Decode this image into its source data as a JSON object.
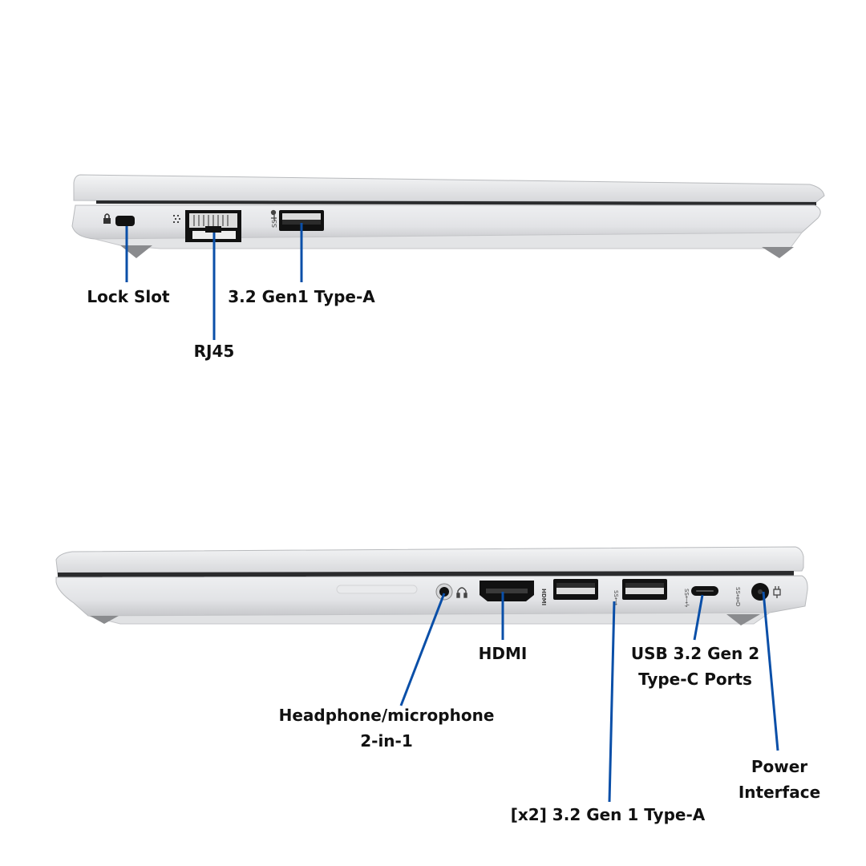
{
  "colors": {
    "background": "#ffffff",
    "laptop_body": "#e6e7ea",
    "laptop_lid": "#e9eaec",
    "laptop_shadow": "#b9bbbe",
    "seam": "#2a2b2d",
    "port_black": "#111111",
    "port_inner": "#dcdcdc",
    "callout_line": "#0a4fa8",
    "label_text": "#111111"
  },
  "left_side": {
    "labels": {
      "lock_slot": "Lock Slot",
      "rj45": "RJ45",
      "usb_a": "3.2 Gen1 Type-A"
    },
    "ports": [
      "lock-slot",
      "rj45-port",
      "usb-a-port"
    ],
    "icons": [
      "lock-icon",
      "network-icon",
      "usb-ss-icon"
    ]
  },
  "right_side": {
    "labels": {
      "headphone_line1": "Headphone/microphone",
      "headphone_line2": "2-in-1",
      "hdmi": "HDMI",
      "usb_a_x2": "[x2] 3.2 Gen 1 Type-A",
      "usb_c_line1": "USB 3.2 Gen 2",
      "usb_c_line2": "Type-C Ports",
      "power_line1": "Power",
      "power_line2": "Interface"
    },
    "ports": [
      "audio-jack",
      "hdmi-port",
      "usb-a-port-1",
      "usb-a-port-2",
      "usb-c-port",
      "power-port"
    ],
    "icons": [
      "headphone-icon",
      "hdmi-icon",
      "usb-ss-icon",
      "usb-ss-charge-icon",
      "usb-c-dp-icon",
      "led-indicator",
      "power-plug-icon"
    ]
  }
}
